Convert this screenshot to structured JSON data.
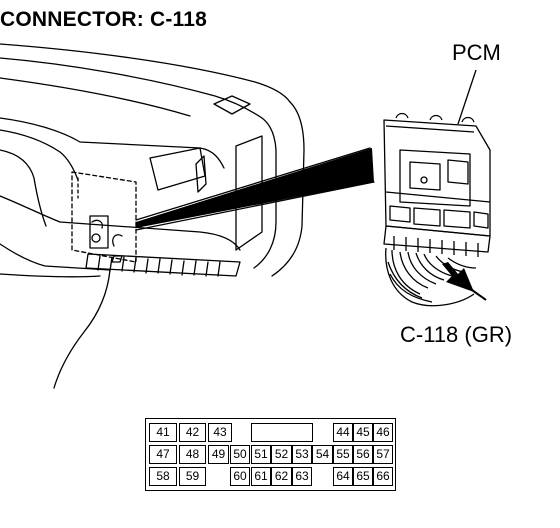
{
  "title": "CONNECTOR: C-118",
  "labels": {
    "pcm": "PCM",
    "connector": "C-118 (GR)"
  },
  "pinout": {
    "rows": [
      [
        "41",
        "42",
        "43",
        "44",
        "45",
        "46"
      ],
      [
        "47",
        "48",
        "49",
        "50",
        "51",
        "52",
        "53",
        "54",
        "55",
        "56",
        "57"
      ],
      [
        "58",
        "59",
        "60",
        "61",
        "62",
        "63",
        "64",
        "65",
        "66"
      ]
    ]
  }
}
